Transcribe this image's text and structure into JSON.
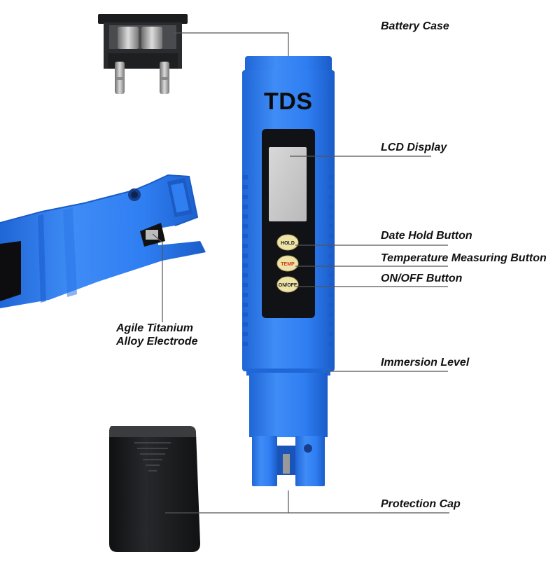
{
  "colors": {
    "body_blue": "#2f7ef2",
    "body_blue_dark": "#1f66d6",
    "body_blue_light": "#5a9cf6",
    "lcd_frame": "#101216",
    "lcd_screen": "#c9c9c9",
    "button_face": "#efe4a8",
    "cap_black": "#1a1b1d",
    "leader_line": "#555555"
  },
  "device": {
    "brand": "TDS",
    "buttons": [
      {
        "label": "HOLD",
        "color": "#1a1a1a"
      },
      {
        "label": "TEMP",
        "color": "#d23a1e"
      },
      {
        "label": "ON/OFF",
        "color": "#1a1a1a"
      }
    ]
  },
  "labels": {
    "battery_case": "Battery Case",
    "lcd_display": "LCD Display",
    "date_hold_button": "Date Hold Button",
    "temperature_button": "Temperature Measuring Button",
    "onoff_button": "ON/OFF Button",
    "electrode_line1": "Agile Titanium",
    "electrode_line2": "Alloy Electrode",
    "immersion_level": "Immersion Level",
    "protection_cap": "Protection Cap"
  }
}
